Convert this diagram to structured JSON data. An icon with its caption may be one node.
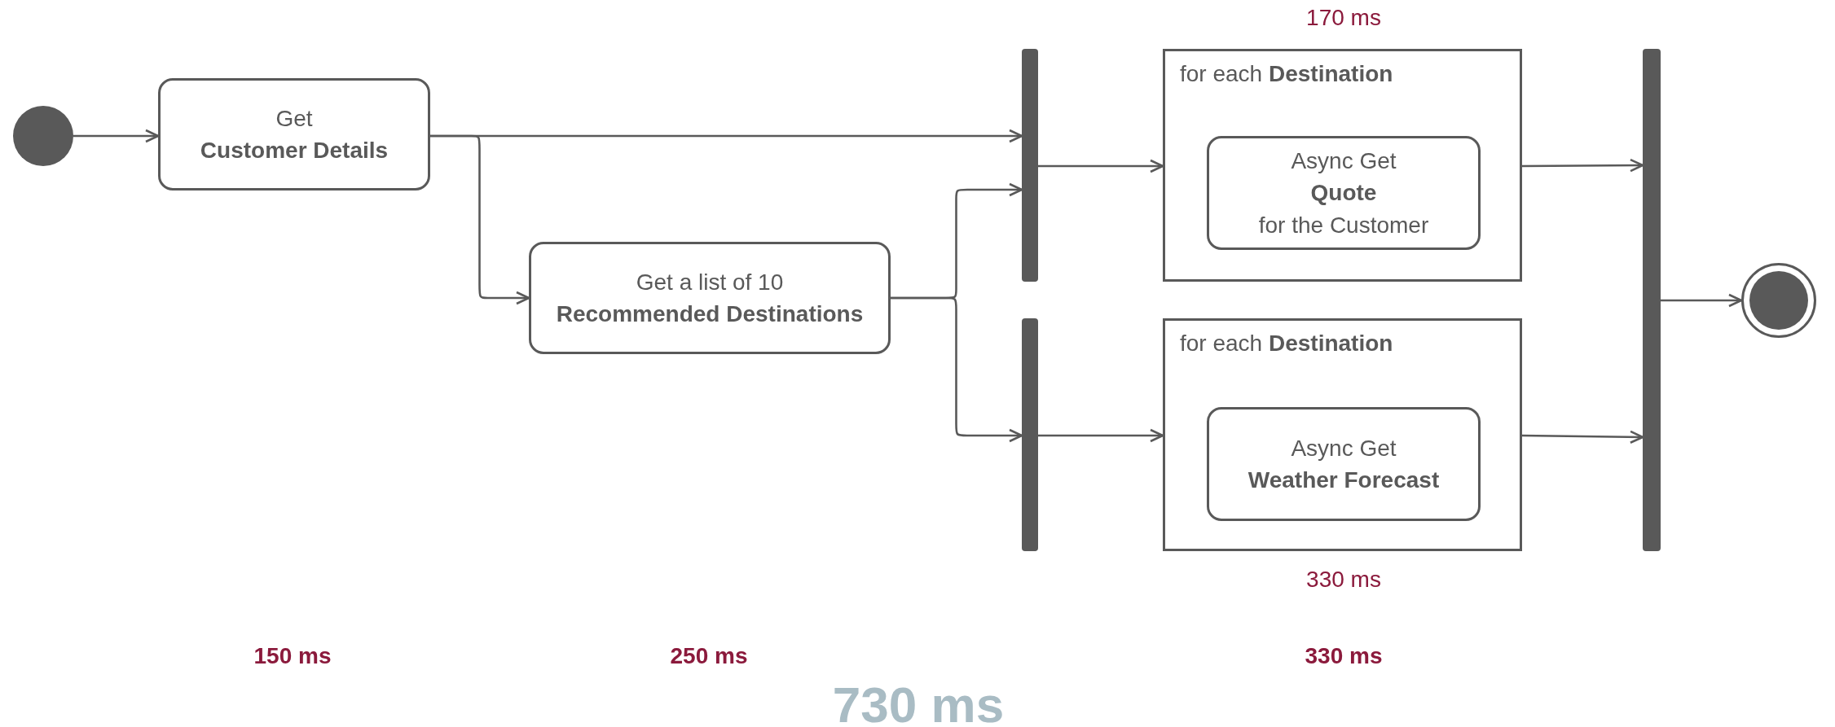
{
  "diagram": {
    "nodes": [
      {
        "text": [],
        "shape": "circle"
      },
      {
        "text": [
          "Get **Customer Details**"
        ]
      },
      {
        "text": [
          "Get a list of 10 **Recommended Destinations**"
        ]
      },
      {
        "text": [],
        "shape": "bar"
      },
      {
        "text": [],
        "shape": "bar"
      },
      {
        "text": [
          "for each **Destination**"
        ]
      },
      {
        "text": [
          "Async Get **Quote** for the Customer"
        ],
        "in": 5
      },
      {
        "text": [
          "for each **Destination**"
        ]
      },
      {
        "text": [
          "Async Get **Weather Forecast**"
        ],
        "in": 7
      },
      {
        "text": [],
        "shape": "bar"
      },
      {
        "text": [],
        "shape": "circle"
      }
    ],
    "edges": [
      {
        "from": 0,
        "to": 1,
        "arrow": "to"
      },
      {
        "from": 1,
        "to": 3,
        "arrow": "to"
      },
      {
        "from": 1,
        "to": 2,
        "arrow": "to"
      },
      {
        "from": 2,
        "to": 3,
        "arrow": "to"
      },
      {
        "from": 2,
        "to": 4,
        "arrow": "to"
      },
      {
        "from": 3,
        "to": 5,
        "arrow": "to"
      },
      {
        "from": 4,
        "to": 7,
        "arrow": "to"
      },
      {
        "from": 5,
        "to": 9,
        "arrow": "to"
      },
      {
        "from": 7,
        "to": 9,
        "arrow": "to"
      },
      {
        "from": 9,
        "to": 10,
        "arrow": "to"
      }
    ],
    "labels": [
      "170 ms",
      "330 ms",
      "150 ms",
      "250 ms",
      "330 ms",
      "730 ms"
    ]
  }
}
